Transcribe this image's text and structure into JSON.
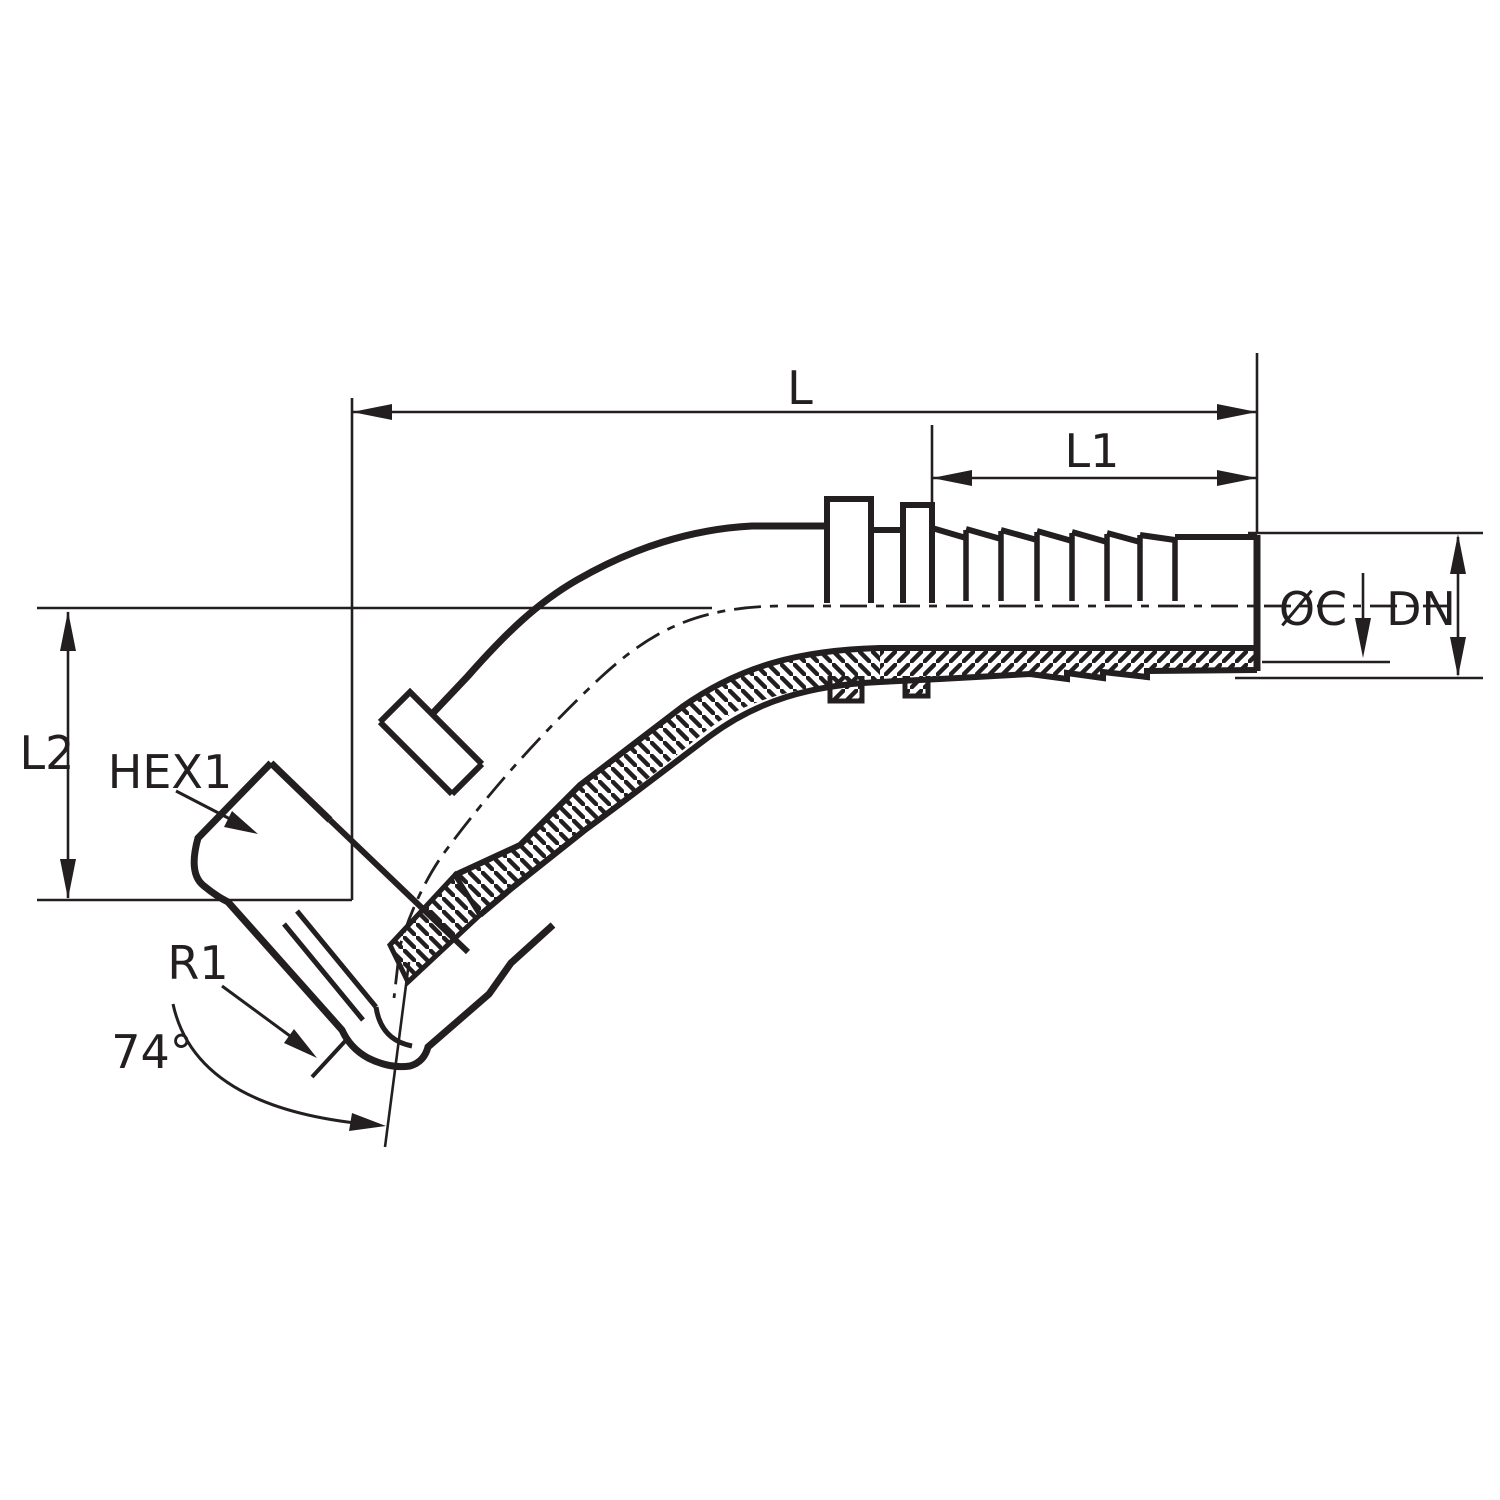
{
  "drawing": {
    "background": "#ffffff",
    "line_color": "#231f20",
    "dimensions": {
      "overall_length": "L",
      "tail_length": "L1",
      "drop_length": "L2",
      "hex_size": "HEX1",
      "thread": "R1",
      "seat_angle": "74°",
      "tube_diameter": "ØC",
      "nominal_bore": "DN"
    }
  }
}
